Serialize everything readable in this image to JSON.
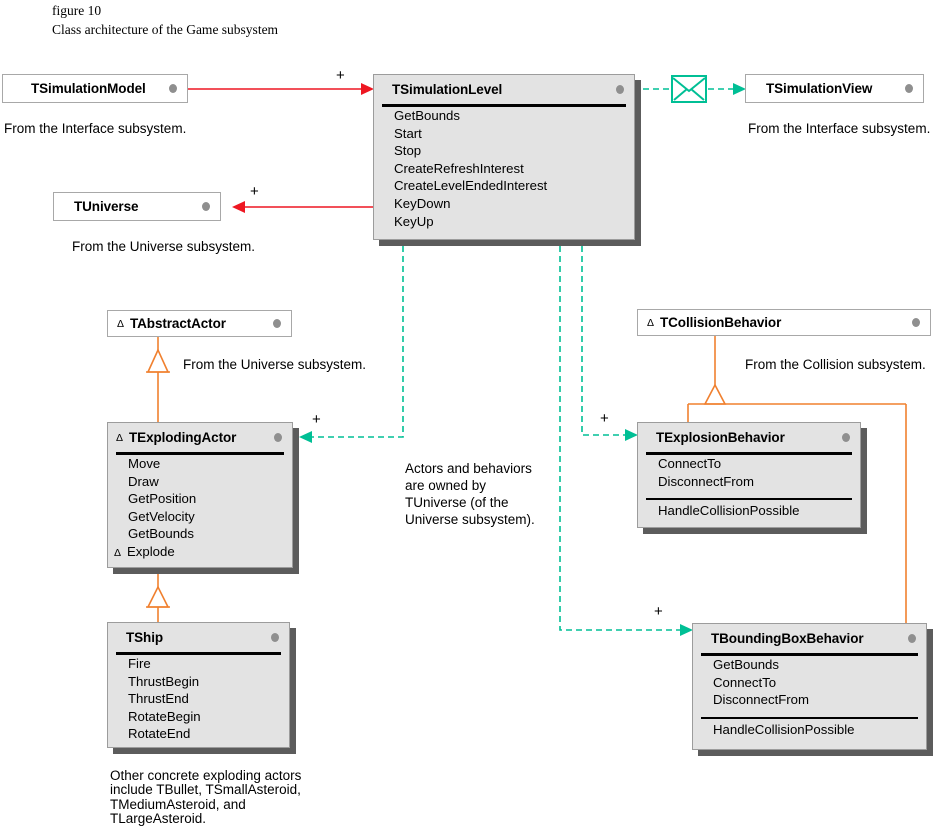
{
  "figure": {
    "label": "figure 10",
    "caption": "Class architecture of the Game subsystem"
  },
  "colors": {
    "red": "#ee1722",
    "teal": "#00bf95",
    "orange": "#f0802f",
    "box_fill": "#e3e3e3",
    "box_shadow": "#5c5c5c",
    "ext_border": "#a8a8a8",
    "impl_border": "#9c9c9c",
    "dot": "#8f8f8f"
  },
  "symbols": {
    "delta": "Δ",
    "multiplicity_plus": "+"
  },
  "classes": {
    "simulation_model": {
      "name": "TSimulationModel"
    },
    "simulation_level": {
      "name": "TSimulationLevel",
      "methods": [
        "GetBounds",
        "Start",
        "Stop",
        "CreateRefreshInterest",
        "CreateLevelEndedInterest",
        "KeyDown",
        "KeyUp"
      ]
    },
    "simulation_view": {
      "name": "TSimulationView"
    },
    "universe": {
      "name": "TUniverse"
    },
    "abstract_actor": {
      "name": "TAbstractActor"
    },
    "collision_behavior": {
      "name": "TCollisionBehavior"
    },
    "exploding_actor": {
      "name": "TExplodingActor",
      "methods": [
        "Move",
        "Draw",
        "GetPosition",
        "GetVelocity",
        "GetBounds"
      ],
      "delta_method": "Explode"
    },
    "explosion_behavior": {
      "name": "TExplosionBehavior",
      "methods": [
        "ConnectTo",
        "DisconnectFrom"
      ],
      "override_methods": [
        "HandleCollisionPossible"
      ]
    },
    "ship": {
      "name": "TShip",
      "methods": [
        "Fire",
        "ThrustBegin",
        "ThrustEnd",
        "RotateBegin",
        "RotateEnd"
      ]
    },
    "bounding_box_behavior": {
      "name": "TBoundingBoxBehavior",
      "methods": [
        "GetBounds",
        "ConnectTo",
        "DisconnectFrom"
      ],
      "override_methods": [
        "HandleCollisionPossible"
      ]
    }
  },
  "notes": {
    "interface_left": "From the Interface subsystem.",
    "interface_right": "From the Interface subsystem.",
    "universe_upper": "From the Universe subsystem.",
    "universe_mid": "From the Universe subsystem.",
    "collision": "From the Collision subsystem.",
    "ownership_lines": [
      "Actors and behaviors",
      "are owned by",
      "TUniverse (of the",
      "Universe subsystem)."
    ],
    "other_actors_lines": [
      "Other concrete exploding actors",
      "include TBullet, TSmallAsteroid,",
      "TMediumAsteroid, and",
      "TLargeAsteroid."
    ]
  }
}
